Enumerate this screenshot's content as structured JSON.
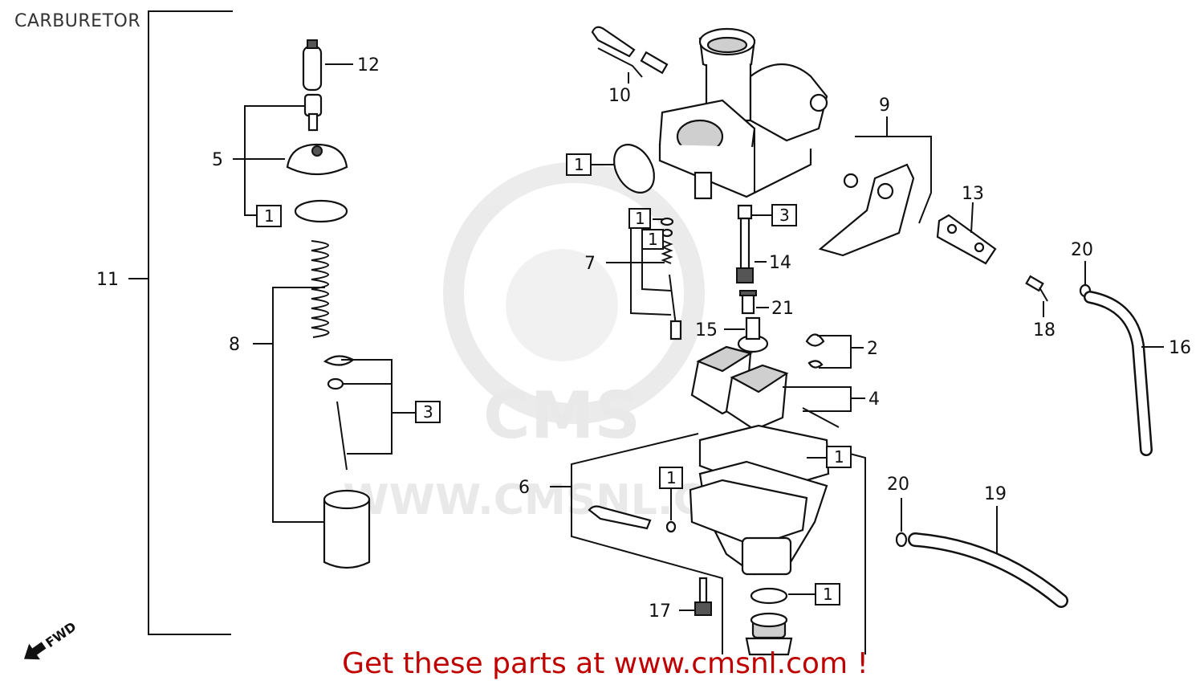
{
  "title": "CARBURETOR",
  "footer": "Get these parts at www.cmsnl.com !",
  "watermark": {
    "url": "WWW.CMSNL.COM",
    "logo": "CMS"
  },
  "colors": {
    "footer": "#c00000",
    "line": "#111111",
    "watermark": "#dddddd"
  },
  "callouts": {
    "c1": "1",
    "c2": "2",
    "c3": "3",
    "c4": "4",
    "c5": "5",
    "c6": "6",
    "c7": "7",
    "c8": "8",
    "c9": "9",
    "c10": "10",
    "c11": "11",
    "c12": "12",
    "c13": "13",
    "c14": "14",
    "c15": "15",
    "c16": "16",
    "c17": "17",
    "c18": "18",
    "c19": "19",
    "c20a": "20",
    "c20b": "20",
    "c21": "21"
  },
  "boxed": {
    "b1_slide": "1",
    "b3_slide": "3",
    "b1_body": "1",
    "b3_body": "3",
    "b1_jet_a": "1",
    "b1_jet_b": "1",
    "b1_float": "1",
    "b1_pilot": "1",
    "b1_drain": "1"
  },
  "fwd_label": "FWD"
}
